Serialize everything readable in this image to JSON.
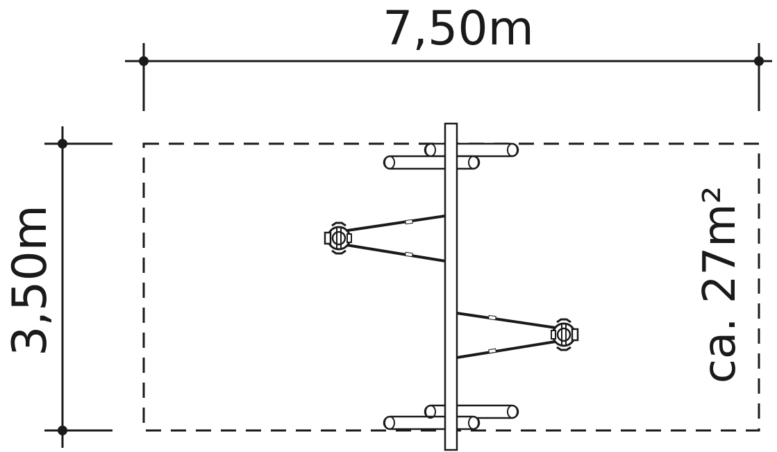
{
  "dimensions": {
    "width_label": "7,50m",
    "height_label": "3,50m",
    "area_label": "ca. 27m²"
  },
  "colors": {
    "ink": "#1a1a1a",
    "background": "#ffffff"
  }
}
